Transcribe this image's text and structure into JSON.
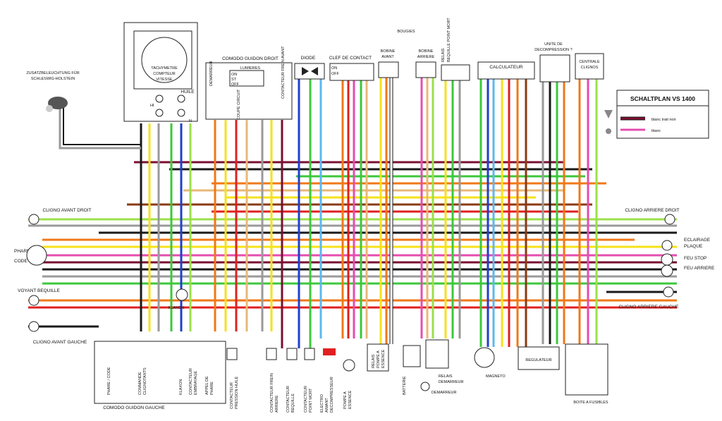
{
  "title": "SCHALTPLAN VS 1400",
  "legend": [
    {
      "label": "blanc trait noir",
      "color": "#7a1030"
    },
    {
      "label": "blanc",
      "color": "#e54db0"
    }
  ],
  "components": {
    "zusatz": [
      "ZUSATZBELEUCHTUNG FÜR",
      "SCHLESWIG-HOLSTEIN"
    ],
    "tacho": [
      "TACHYMETRE",
      "COMPTEUR",
      "VITESSE"
    ],
    "huile": "HUILE",
    "hi": "HI",
    "n": "N",
    "comodo_droit": "COMODO GUIDON DROIT",
    "lumieres": "LUMIERES",
    "demarreur_v": "DEMARREUR",
    "coupe_circuit": "COUPE CIRCUIT",
    "contacteur_frein_avant": "CONTACTEUR FREIN AVANT",
    "diode": "DIODE",
    "clef": "CLEF DE CONTACT",
    "bougies": "BOUGIES",
    "bobine_avant": [
      "BOBINE",
      "AVANT"
    ],
    "bobine_arriere": [
      "BOBINE",
      "ARRIERE"
    ],
    "relais_bequille": [
      "RELAIS",
      "BEQUILLE POINT MORT"
    ],
    "calculateur": "CALCULATEUR",
    "unite_decomp": [
      "UNITE DE",
      "DECOMPRESSION ?"
    ],
    "centrale_clignos": [
      "CENTRALE",
      "CLIGNOS"
    ],
    "cligno_avant_droit": "CLIGNO AVANT DROIT",
    "cligno_arriere_droit": "CLIGNO ARRIERE DROIT",
    "phare": "PHARE",
    "code": "CODE",
    "voyant_bequille": "VOYANT BEQUILLE",
    "klaxon": "KLAXON",
    "cligno_avant_gauche": "CLIGNO AVANT GAUCHE",
    "eclairage_plaque": [
      "ECLAIRAGE",
      "PLAQUE"
    ],
    "feu_stop": "FEU STOP",
    "feu_arriere": "FEU ARRIERE",
    "cligno_arriere_gauche": "CLIGNO ARRIERE GAUCHE",
    "relais_pompe": [
      "RELAIS",
      "POMPE A",
      "ESSENCE"
    ],
    "batterie": "BATTERIE",
    "relais_demarreur": [
      "RELAIS",
      "DEMARREUR"
    ],
    "demarreur": "DEMARREUR",
    "magneto": "MAGNETO",
    "regulateur": "REGULATEUR",
    "boite_fusibles": "BOITE A FUSIBLES",
    "comodo_gauche": "COMODO GUIDON GAUCHE",
    "phare_code": "PHARE / CODE",
    "commande_clignotants": [
      "COMMANDE",
      "CLIGNOTANTS"
    ],
    "klaxon_v": "KLAXON",
    "contacteur_embrayage": [
      "CONTACTEUR",
      "EMBRAYAGE"
    ],
    "appel_phare": [
      "APPEL DE",
      "PHARE"
    ],
    "contacteur_pression": [
      "CONTACTEUR",
      "PRESSION HUILE"
    ],
    "contacteur_frein_arriere": [
      "CONTACTEUR FREIN",
      "ARRIERE"
    ],
    "contacteur_bequille": [
      "CONTACTEUR",
      "BEQUILLE"
    ],
    "contacteur_point_mort": [
      "CONTACTEUR",
      "POINT MORT"
    ],
    "electro_aimant": [
      "ELECTRO",
      "AIMANT",
      "DECOMPRESSEUR"
    ],
    "pompe_essence": [
      "POMPE A",
      "ESSENCE"
    ],
    "lum_on": "ON",
    "lum_st": "ST",
    "lum_off": "OFF",
    "clef_on": "ON",
    "clef_off": "OFF"
  },
  "wire_colors": {
    "black": "#1a1a1a",
    "gray": "#9a9a9a",
    "red": "#e02020",
    "orange": "#f07818",
    "yellow": "#f5e21a",
    "green": "#3cc83c",
    "lightgreen": "#9be04a",
    "blue": "#1f3fd0",
    "lightblue": "#5bb8f0",
    "brown": "#8a3a12",
    "darkred": "#7a1030",
    "pink": "#e54db0",
    "tan": "#e8b878",
    "white": "#ffffff"
  }
}
